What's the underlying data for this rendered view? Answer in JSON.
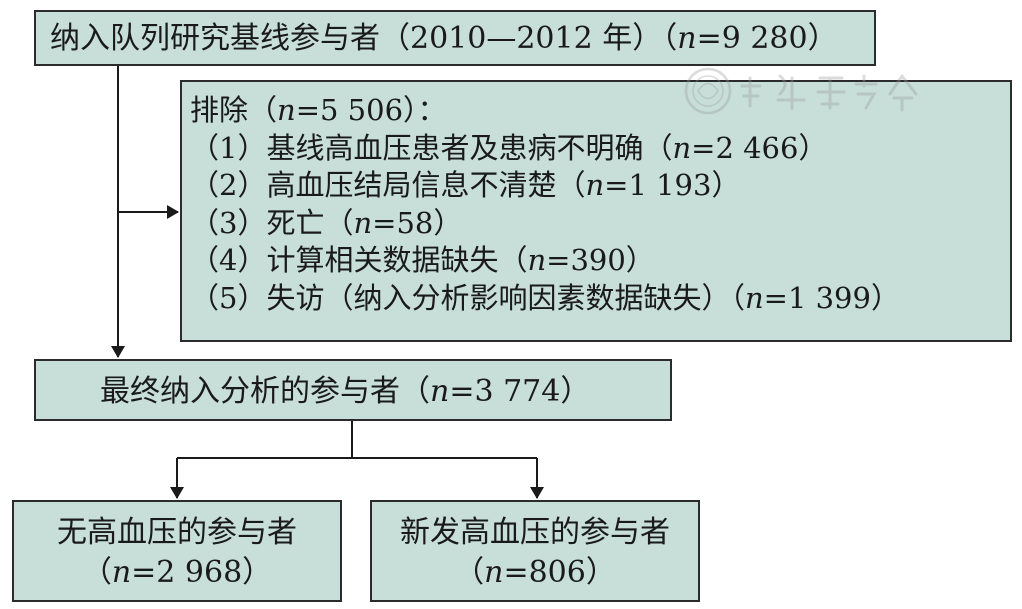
{
  "baseline": {
    "label": "纳入队列研究基线参与者（2010—2012 年）（",
    "n_symbol": "n",
    "n_value": "=9 280）"
  },
  "exclusion": {
    "title": {
      "label": "排除（",
      "n_symbol": "n",
      "n_value": "=5 506）："
    },
    "items": [
      {
        "label": "（1）基线高血压患者及患病不明确（",
        "n_symbol": "n",
        "n_value": "=2 466）"
      },
      {
        "label": "（2）高血压结局信息不清楚（",
        "n_symbol": "n",
        "n_value": "=1 193）"
      },
      {
        "label": "（3）死亡（",
        "n_symbol": "n",
        "n_value": "=58）"
      },
      {
        "label": "（4）计算相关数据缺失（",
        "n_symbol": "n",
        "n_value": "=390）"
      },
      {
        "label": "（5）失访（纳入分析影响因素数据缺失）（",
        "n_symbol": "n",
        "n_value": "=1 399）"
      }
    ]
  },
  "final": {
    "label": "最终纳入分析的参与者（",
    "n_symbol": "n",
    "n_value": "=3 774）"
  },
  "no_hypertension": {
    "label": "无高血压的参与者",
    "n_prefix": "（",
    "n_symbol": "n",
    "n_value": "=2 968）"
  },
  "new_hypertension": {
    "label": "新发高血压的参与者",
    "n_prefix": "（",
    "n_symbol": "n",
    "n_value": "=806）"
  },
  "colors": {
    "box_fill": "#c7ded9",
    "box_border": "#2b2b2b",
    "arrow": "#1a1a1a"
  },
  "watermark": {
    "icon": "journal-seal-icon",
    "text": "中华医学会"
  }
}
